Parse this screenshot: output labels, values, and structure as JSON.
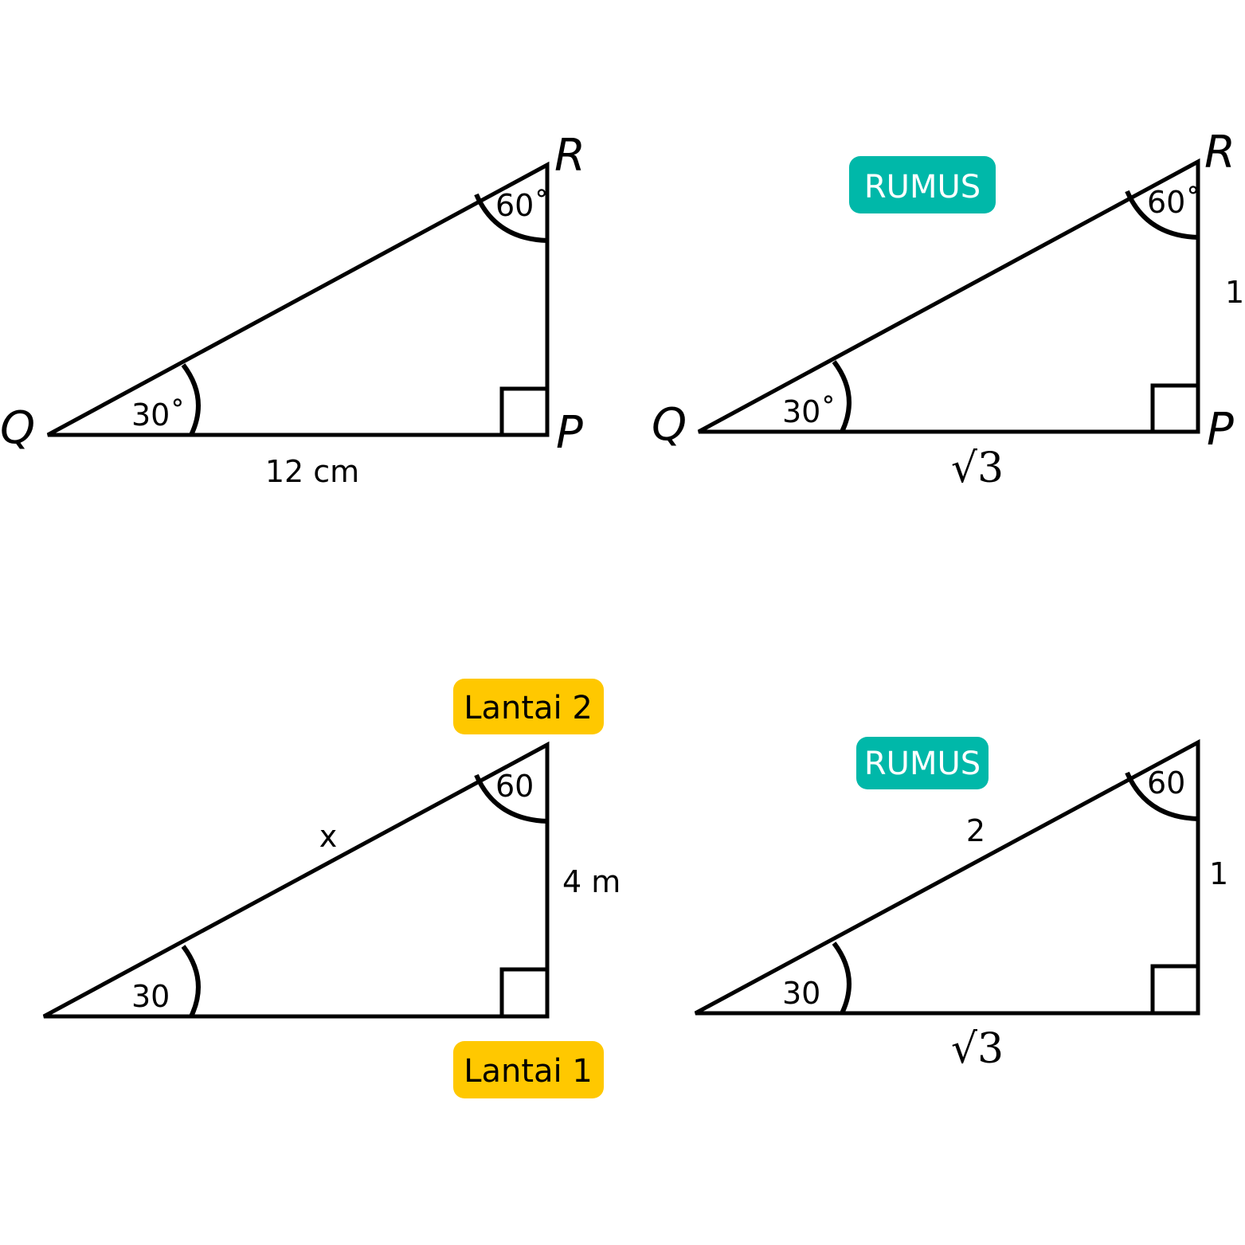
{
  "colors": {
    "rumus_badge": "#00b8a9",
    "lantai_badge": "#ffc800",
    "stroke": "#000000"
  },
  "panel_1": {
    "vertex_r": "R",
    "vertex_q": "Q",
    "vertex_p": "P",
    "angle_r": "60˚",
    "angle_q": "30˚",
    "side_bottom": "12 cm"
  },
  "panel_2": {
    "badge": "RUMUS",
    "vertex_r": "R",
    "vertex_q": "Q",
    "vertex_p": "P",
    "angle_r": "60˚",
    "angle_q": "30˚",
    "side_right": "1",
    "side_bottom": "√3"
  },
  "panel_3": {
    "badge_top": "Lantai 2",
    "badge_bottom": "Lantai 1",
    "angle_r": "60",
    "angle_q": "30",
    "side_hyp": "x",
    "side_right": "4 m"
  },
  "panel_4": {
    "badge": "RUMUS",
    "angle_r": "60",
    "angle_q": "30",
    "side_hyp": "2",
    "side_right": "1",
    "side_bottom": "√3"
  }
}
